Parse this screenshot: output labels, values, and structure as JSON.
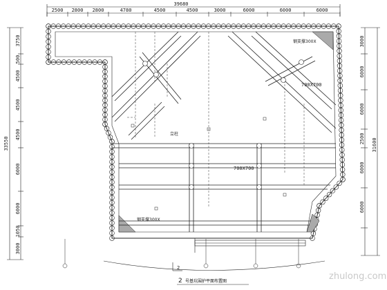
{
  "drawing": {
    "title_number": "2",
    "title_text": "号基坑围护平面布置图",
    "section_mark": "2",
    "watermark": "zhulong.com"
  },
  "dimensions": {
    "top_total": "39680",
    "top_segments": [
      "2500",
      "2800",
      "2800",
      "4780",
      "4500",
      "4500",
      "3000",
      "6000",
      "6000",
      "6000"
    ],
    "left_total": "33550",
    "left_segments": [
      "3750",
      "500",
      "4500",
      "4500",
      "4500",
      "6000",
      "6000",
      "1050",
      "3000"
    ],
    "right_total": "31600",
    "right_segments": [
      "3000",
      "6000",
      "6000",
      "2500",
      "6000",
      "6000"
    ]
  },
  "annotations": {
    "strut_size_main": "700X700",
    "strut_size_center": "700X700",
    "strut_label_top_right": "钢支撑300X",
    "strut_label_bottom_left": "钢支撑300X",
    "column_label": "立柱"
  }
}
